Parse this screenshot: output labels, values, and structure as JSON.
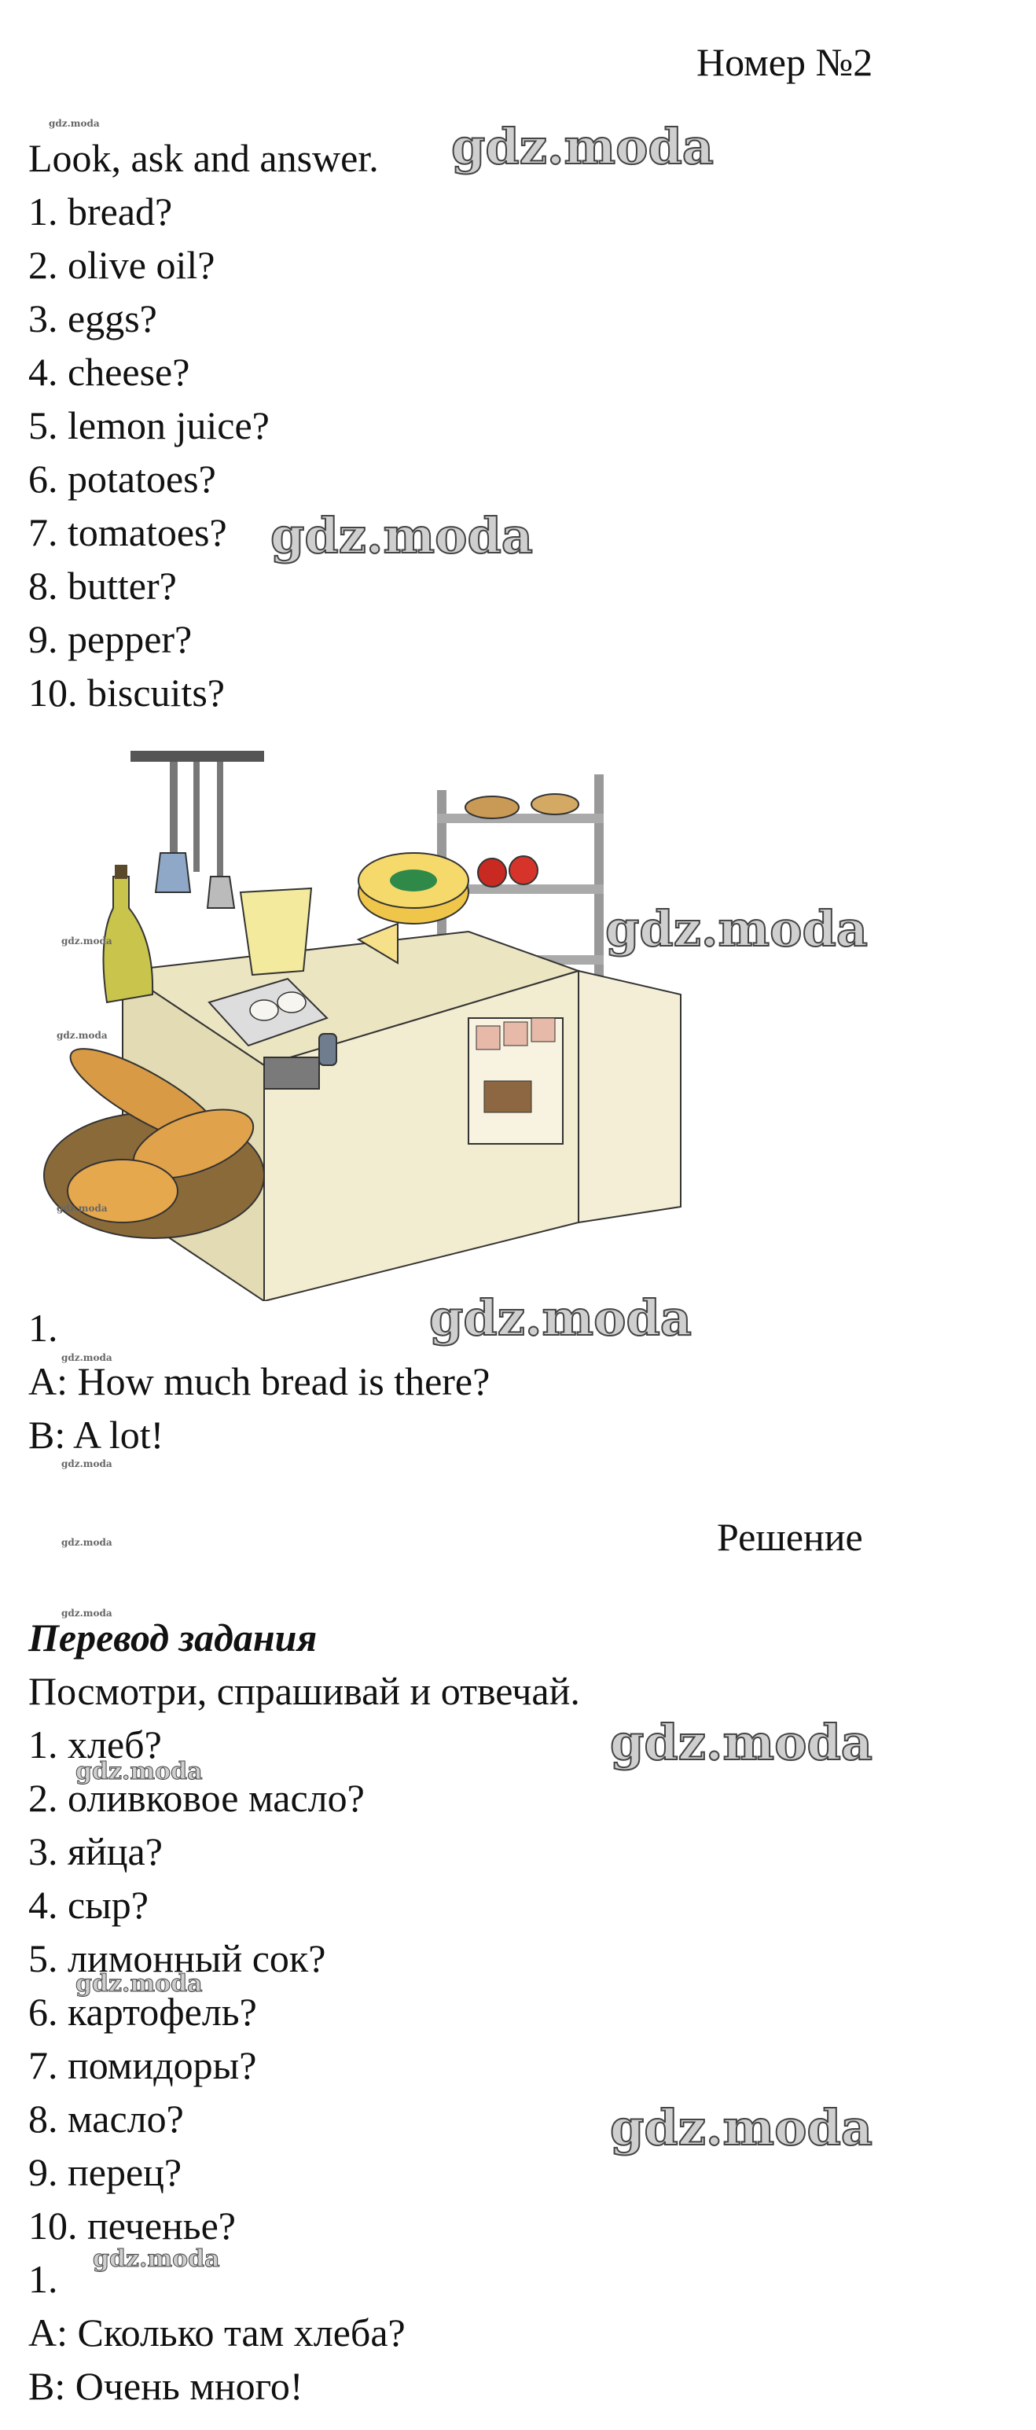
{
  "header": {
    "number": "Номер №2"
  },
  "task": {
    "instruction": "Look, ask and answer.",
    "items": [
      "1. bread?",
      "2. olive oil?",
      "3. eggs?",
      "4. cheese?",
      "5. lemon juice?",
      "6. potatoes?",
      "7. tomatoes?",
      "8. butter?",
      "9. pepper?",
      "10. biscuits?"
    ],
    "example": {
      "num": "1.",
      "a": "A: How much bread is there?",
      "b": "B: A lot!"
    }
  },
  "solution": {
    "label": "Решение",
    "translation_title": "Перевод задания",
    "instruction": "Посмотри, спрашивай и отвечай.",
    "items": [
      "1. хлеб?",
      "2. оливковое масло?",
      "3. яйца?",
      "4. сыр?",
      "5. лимонный сок?",
      "6. картофель?",
      "7. помидоры?",
      "8. масло?",
      "9. перец?",
      "10. печенье?"
    ],
    "example": {
      "num": "1.",
      "a": "А: Сколько там хлеба?",
      "b": "В: Очень много!"
    }
  },
  "watermark": {
    "text": "gdz.moda"
  }
}
